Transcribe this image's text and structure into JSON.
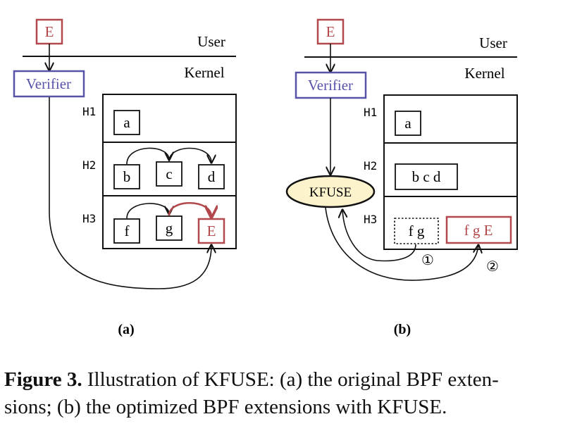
{
  "colors": {
    "red": "#b2484b",
    "blue": "#5753a8",
    "black": "#111111",
    "kfuse_fill": "#fcf3cc"
  },
  "panel_a": {
    "event": "E",
    "user": "User",
    "kernel": "Kernel",
    "verifier": "Verifier",
    "hooks": [
      "H1",
      "H2",
      "H3"
    ],
    "progs_h1": [
      "a"
    ],
    "progs_h2": [
      "b",
      "c",
      "d"
    ],
    "progs_h3": [
      "f",
      "g"
    ],
    "event_in_h3": "E",
    "label": "(a)"
  },
  "panel_b": {
    "event": "E",
    "user": "User",
    "kernel": "Kernel",
    "verifier": "Verifier",
    "kfuse": "KFUSE",
    "hooks": [
      "H1",
      "H2",
      "H3"
    ],
    "prog_h1": "a",
    "prog_h2_fused": "b c d",
    "prog_h3_old": "f g",
    "prog_h3_new": "f g E",
    "step1": "①",
    "step2": "②",
    "label": "(b)"
  },
  "caption": {
    "figure": "Figure 3.",
    "text_1": " Illustration of ",
    "kfuse_1": "KFUSE",
    "text_2": ": (a) the original BPF exten-",
    "text_3": "sions; (b) the optimized BPF extensions with ",
    "kfuse_2": "KFUSE",
    "text_4": "."
  }
}
